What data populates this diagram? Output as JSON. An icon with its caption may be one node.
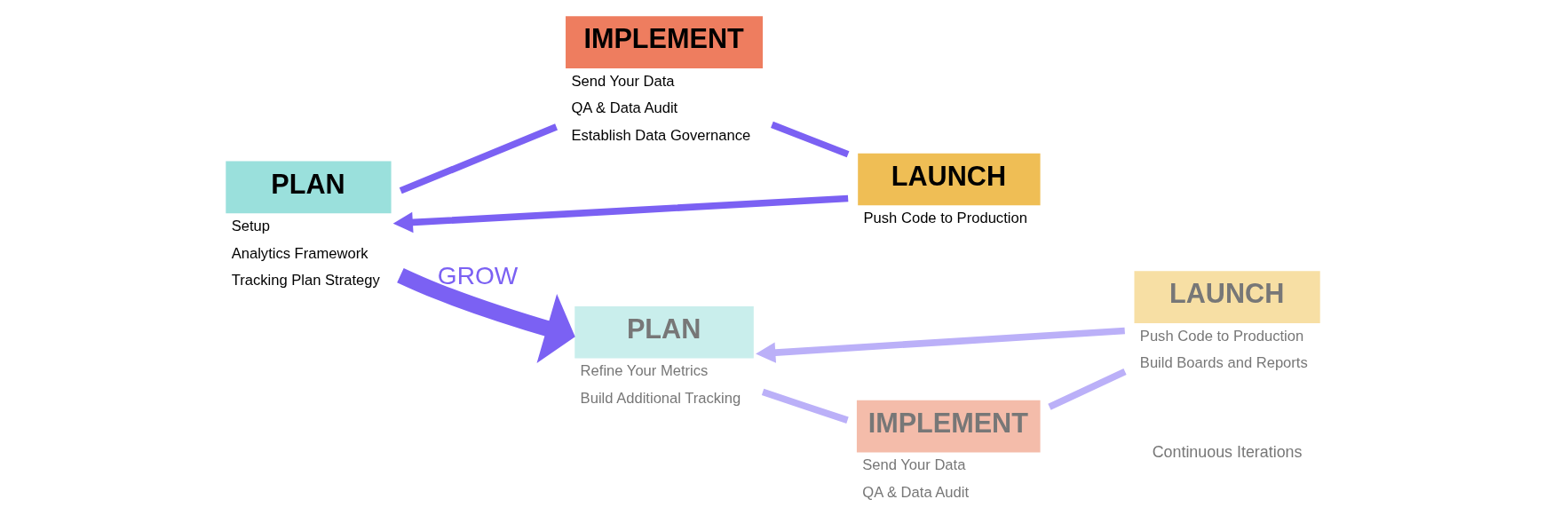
{
  "diagram": {
    "nodes": [
      {
        "text": [
          "PLAN",
          "Setup",
          "Analytics Framework",
          "Tracking Plan Strategy"
        ]
      },
      {
        "text": [
          "IMPLEMENT",
          "Send Your Data",
          "QA & Data Audit",
          "Establish Data Governance"
        ]
      },
      {
        "text": [
          "LAUNCH",
          "Push Code to Production"
        ]
      },
      {
        "text": [
          "PLAN",
          "Refine Your Metrics",
          "Build Additional Tracking"
        ]
      },
      {
        "text": [
          "LAUNCH",
          "Push Code to Production",
          "Build Boards and Reports"
        ]
      },
      {
        "text": [
          "IMPLEMENT",
          "Send Your Data",
          "QA & Data Audit"
        ]
      }
    ],
    "edges": [
      {
        "from": 2,
        "to": 0,
        "arrow": "to"
      },
      {
        "from": 0,
        "to": 1,
        "arrow": "none"
      },
      {
        "from": 1,
        "to": 2,
        "arrow": "none"
      },
      {
        "from": 0,
        "to": 3,
        "arrow": "to",
        "label": "GROW",
        "style": "thick"
      },
      {
        "from": 4,
        "to": 3,
        "arrow": "to",
        "color": "#bbb0f8"
      },
      {
        "from": 3,
        "to": 5,
        "arrow": "none",
        "color": "#bbb0f8"
      },
      {
        "from": 5,
        "to": 4,
        "arrow": "none",
        "color": "#bbb0f8"
      }
    ],
    "labels": [
      "Continuous Iterations"
    ]
  }
}
